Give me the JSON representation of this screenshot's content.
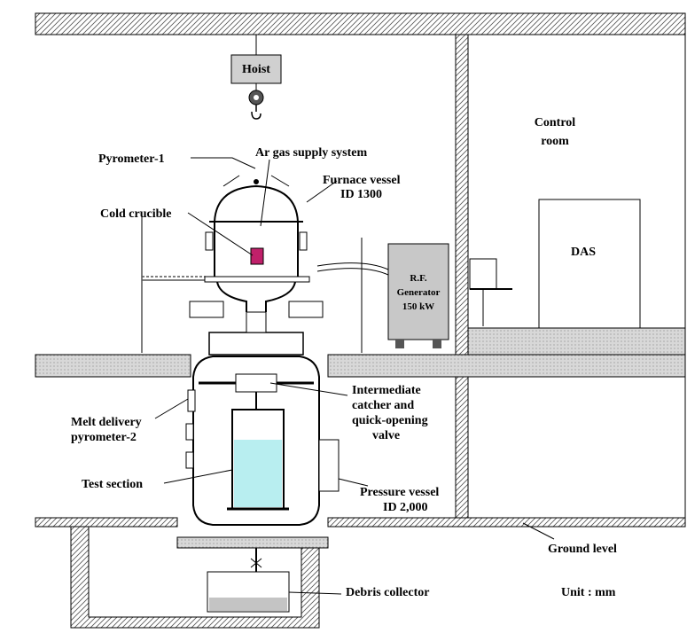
{
  "labels": {
    "hoist": "Hoist",
    "control_room_1": "Control",
    "control_room_2": "room",
    "pyrometer1": "Pyrometer-1",
    "ar_gas": "Ar gas supply system",
    "furnace_1": "Furnace vessel",
    "furnace_2": "ID 1300",
    "cold_crucible": "Cold crucible",
    "das": "DAS",
    "rf_1": "R.F.",
    "rf_2": "Generator",
    "rf_3": "150 kW",
    "intermediate_1": "Intermediate",
    "intermediate_2": "catcher and",
    "intermediate_3": "quick-opening",
    "intermediate_4": "valve",
    "melt_1": "Melt delivery",
    "melt_2": "pyrometer-2",
    "test_section": "Test section",
    "pressure_1": "Pressure vessel",
    "pressure_2": "ID 2,000",
    "ground_level": "Ground level",
    "debris_collector": "Debris collector",
    "unit": "Unit : mm"
  },
  "colors": {
    "crucible": "#c0206a",
    "test_water": "#b8eef0",
    "rf_box": "#c8c8c8",
    "floor": "#d8d8d8",
    "debris": "#c4c4c4"
  }
}
